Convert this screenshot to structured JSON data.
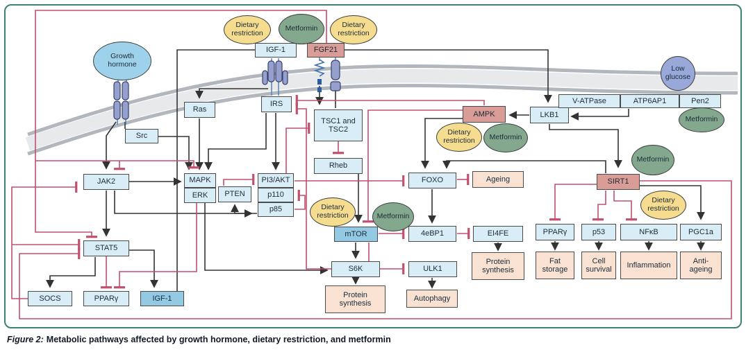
{
  "caption": {
    "prefix": "Figure 2:",
    "text": "Metabolic pathways affected by growth hormone, dietary restriction, and metformin"
  },
  "colors": {
    "activation_line": "#333333",
    "inhibition_line": "#c24f6e",
    "frame_green": "#3a8273",
    "box_light_blue": "#d9edf6",
    "box_dark_blue": "#93c9e3",
    "box_salmon": "#d99c96",
    "box_peach": "#f9e2d2",
    "ellipse_yellow": "#f6dc8e",
    "ellipse_green": "#83a88d",
    "ellipse_blue": "#9ed2ea",
    "ellipse_periwinkle": "#97a8d9",
    "membrane_gray": "#b2b7bd"
  },
  "nodes": {
    "src": "Src",
    "ras": "Ras",
    "irs": "IRS",
    "igf1_top": "IGF-1",
    "fgf21": "FGF21",
    "tsc": "TSC1 and TSC2",
    "rheb": "Rheb",
    "jak2": "JAK2",
    "mapk": "MAPK",
    "erk": "ERK",
    "pten": "PTEN",
    "pi3akt": "PI3/AKT",
    "p110": "p110",
    "p85": "p85",
    "stat5": "STAT5",
    "socs": "SOCS",
    "pparg_left": "PPARγ",
    "igf1_bottom": "IGF-1",
    "mtor": "mTOR",
    "s6k": "S6K",
    "protein_synthesis_left": "Protein synthesis",
    "ulk1": "ULK1",
    "autophagy": "Autophagy",
    "foxo": "FOXO",
    "ageing": "Ageing",
    "e4bp1": "4eBP1",
    "ei4fe": "EI4FE",
    "protein_synthesis_right": "Protein synthesis",
    "ampk": "AMPK",
    "lkb1": "LKB1",
    "v_atpase": "V-ATPase",
    "atp6ap1": "ATP6AP1",
    "pen2": "Pen2",
    "sirt1": "SIRT1",
    "pparg_right": "PPARγ",
    "p53": "p53",
    "nfkb": "NFκB",
    "pgc1a": "PGC1a",
    "fat_storage": "Fat storage",
    "cell_survival": "Cell survival",
    "inflammation": "Inflammation",
    "anti_ageing": "Anti-ageing"
  },
  "ellipses": {
    "growth_hormone": "Growth hormone",
    "dietary_restriction_igf1": "Dietary restriction",
    "metformin_igf1": "Metformin",
    "dietary_restriction_fgf21": "Dietary restriction",
    "dietary_restriction_ampk": "Dietary restriction",
    "metformin_ampk": "Metformin",
    "dietary_restriction_mtor": "Dietary restriction",
    "metformin_mtor": "Metformin",
    "low_glucose": "Low glucose",
    "metformin_pen2": "Metformin",
    "metformin_sirt1": "Metformin",
    "dietary_restriction_sirt1": "Dietary restriction"
  }
}
